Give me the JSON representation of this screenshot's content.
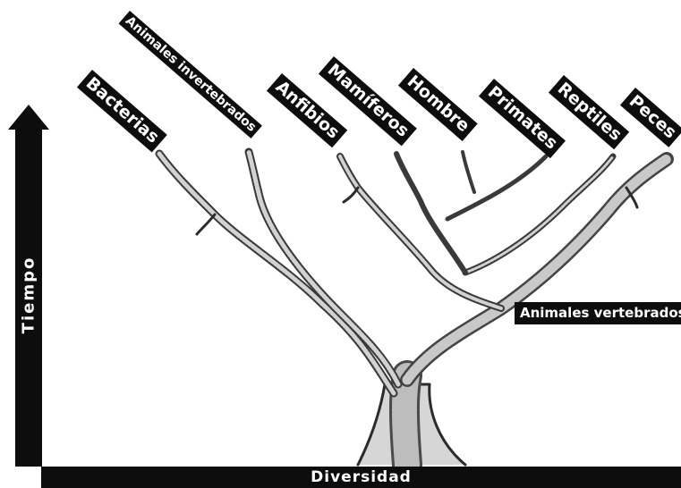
{
  "diagram": {
    "axis_vertical_label": "Tiempo",
    "axis_horizontal_label": "Diversidad",
    "branch_labels": {
      "bacterias": "Bacterias",
      "invertebrados": "Animales invertebrados",
      "anfibios": "Anfibios",
      "mamiferos": "Mamíferos",
      "hombre": "Hombre",
      "primates": "Primates",
      "reptiles": "Reptiles",
      "peces": "Peces",
      "vertebrados": "Animales vertebrados"
    },
    "colors": {
      "label_bg": "#0d0d0d",
      "label_text": "#ffffff",
      "branch_ink": "#2b2b2b"
    }
  }
}
